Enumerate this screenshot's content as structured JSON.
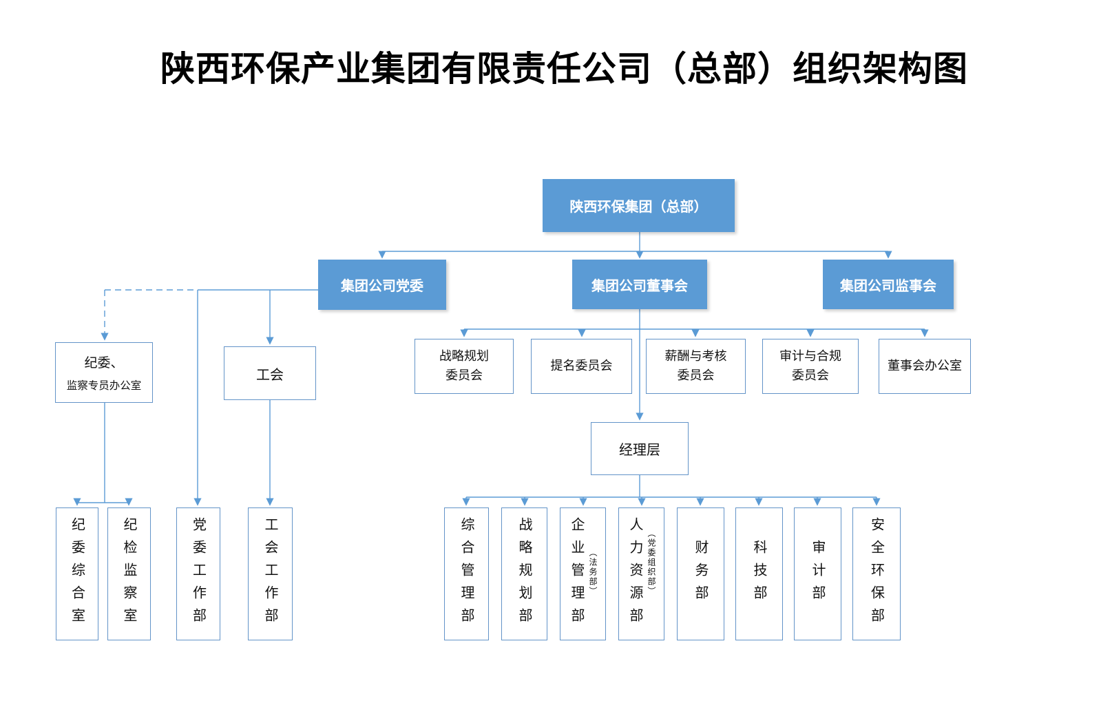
{
  "title": "陕西环保产业集团有限责任公司（总部）组织架构图",
  "colors": {
    "node_fill": "#5B9BD5",
    "node_text": "#FFFFFF",
    "box_border": "#6293C8",
    "connector": "#5B9BD5",
    "text": "#111111"
  },
  "org": {
    "root": {
      "label": "陕西环保集团（总部）"
    },
    "party": {
      "label": "集团公司党委"
    },
    "board": {
      "label": "集团公司董事会"
    },
    "supervisory": {
      "label": "集团公司监事会"
    },
    "discipline_office": {
      "line1": "纪委、",
      "line2": "监察专员办公室"
    },
    "union": {
      "label": "工会"
    },
    "committees": [
      {
        "line1": "战略规划",
        "line2": "委员会"
      },
      {
        "line1": "提名委员会",
        "line2": ""
      },
      {
        "line1": "薪酬与考核",
        "line2": "委员会"
      },
      {
        "line1": "审计与合规",
        "line2": "委员会"
      },
      {
        "line1": "董事会办公室",
        "line2": ""
      }
    ],
    "management": {
      "label": "经理层"
    },
    "left_departments": [
      {
        "name": "纪委综合室"
      },
      {
        "name": "纪检监察室"
      },
      {
        "name": "党委工作部"
      },
      {
        "name": "工会工作部"
      }
    ],
    "departments": [
      {
        "name": "综合管理部"
      },
      {
        "name": "战略规划部"
      },
      {
        "name": "企业管理部",
        "note": "（法务部）"
      },
      {
        "name": "人力资源部",
        "note": "（党委组织部）"
      },
      {
        "name": "财务部"
      },
      {
        "name": "科技部"
      },
      {
        "name": "审计部"
      },
      {
        "name": "安全环保部"
      }
    ]
  }
}
